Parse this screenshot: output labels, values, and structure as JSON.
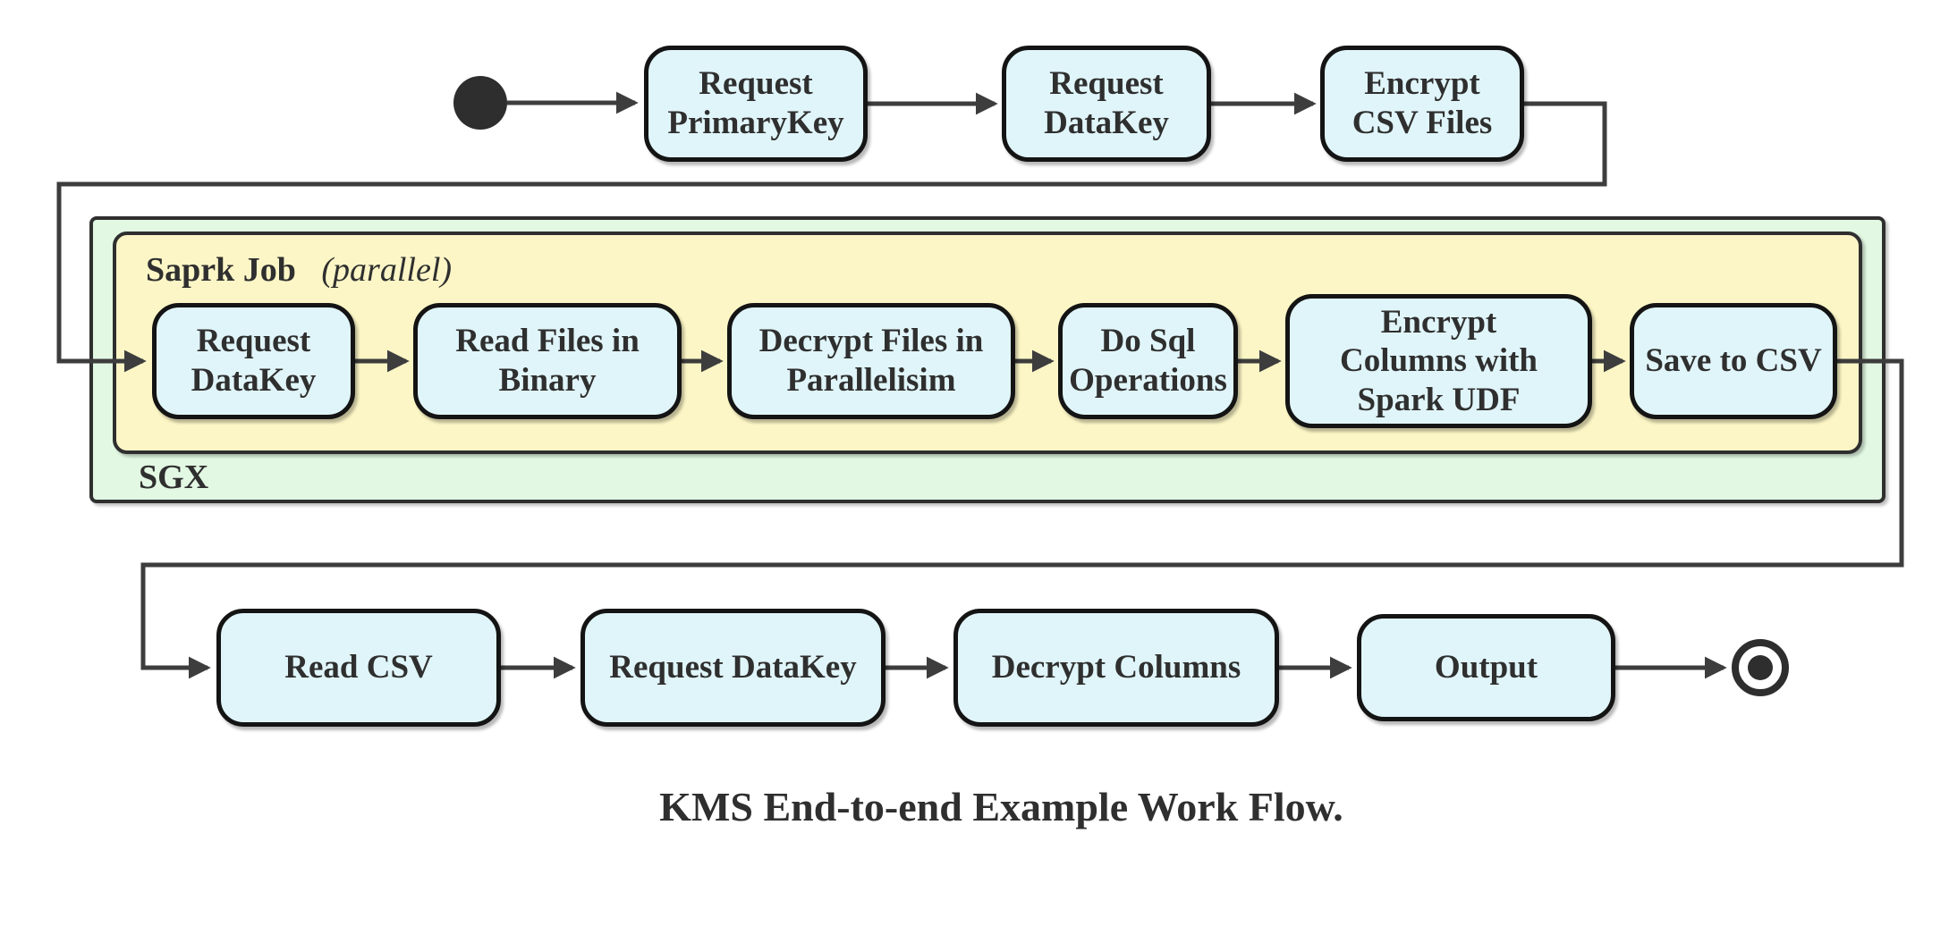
{
  "caption": "KMS End-to-end Example Work Flow.",
  "top_row": [
    {
      "label": "Request\nPrimaryKey"
    },
    {
      "label": "Request\nDataKey"
    },
    {
      "label": "Encrypt\nCSV Files"
    }
  ],
  "sgx_container": {
    "label": "SGX",
    "spark_job": {
      "title": "Saprk Job",
      "qualifier": "(parallel)"
    },
    "nodes": [
      {
        "label": "Request\nDataKey"
      },
      {
        "label": "Read Files in\nBinary"
      },
      {
        "label": "Decrypt Files in\nParallelisim"
      },
      {
        "label": "Do Sql\nOperations"
      },
      {
        "label": "Encrypt\nColumns with\nSpark UDF"
      },
      {
        "label": "Save to CSV"
      }
    ]
  },
  "bottom_row": [
    {
      "label": "Read CSV"
    },
    {
      "label": "Request DataKey"
    },
    {
      "label": "Decrypt Columns"
    },
    {
      "label": "Output"
    }
  ],
  "terminals": {
    "start": "start",
    "end": "end"
  },
  "colors": {
    "node_fill": "#e0f5f9",
    "node_border": "#141414",
    "sgx_fill": "#e2f8e3",
    "spark_fill": "#fcf6c6",
    "container_border": "#2f2f2f",
    "connector": "#3d3d3d",
    "text": "#2f2f2f",
    "background": "#ffffff"
  }
}
